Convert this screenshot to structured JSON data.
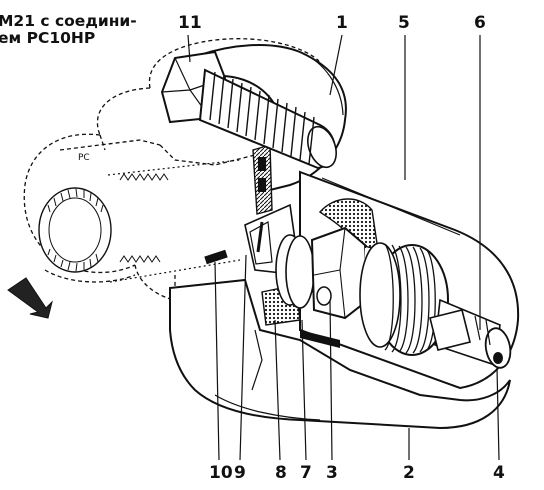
{
  "caption": {
    "line1": "M21 с соедини-",
    "line2": "ем PC10HP"
  },
  "callouts": {
    "top": [
      "11",
      "1",
      "5",
      "6"
    ],
    "bottom": [
      "10",
      "9",
      "8",
      "7",
      "3",
      "2",
      "4"
    ]
  },
  "colors": {
    "ink": "#111111",
    "shadow": "#1a1a1a",
    "paper": "#ffffff",
    "arrow": "#222222"
  },
  "icons": {
    "flow": "flow-direction-arrow"
  }
}
